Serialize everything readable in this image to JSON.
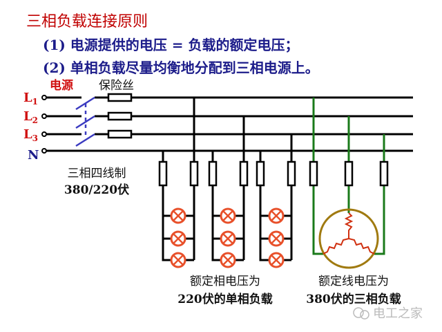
{
  "title": "三相负载连接原则",
  "rules": [
    "(1) 电源提供的电压 = 负载的额定电压；",
    "(2) 单相负载尽量均衡地分配到三相电源上。"
  ],
  "labels": {
    "source": "电源",
    "fuse": "保险丝",
    "phases": [
      {
        "letter": "L",
        "sub": "1"
      },
      {
        "letter": "L",
        "sub": "2"
      },
      {
        "letter": "L",
        "sub": "3"
      }
    ],
    "neutral": "N",
    "system_line1": "三相四线制",
    "system_line2": "380/220伏",
    "single_phase_line1": "额定相电压为",
    "single_phase_line2": "220伏的单相负载",
    "three_phase_line1": "额定线电压为",
    "three_phase_line2": "380伏的三相负载"
  },
  "watermark": "电工之家",
  "colors": {
    "title": "#c00000",
    "rules": "#1c1c8a",
    "phase_label": "#d01010",
    "neutral": "#1c1c8a",
    "motor_wire": "#1a7a1a",
    "lamp": "#e8502a"
  }
}
